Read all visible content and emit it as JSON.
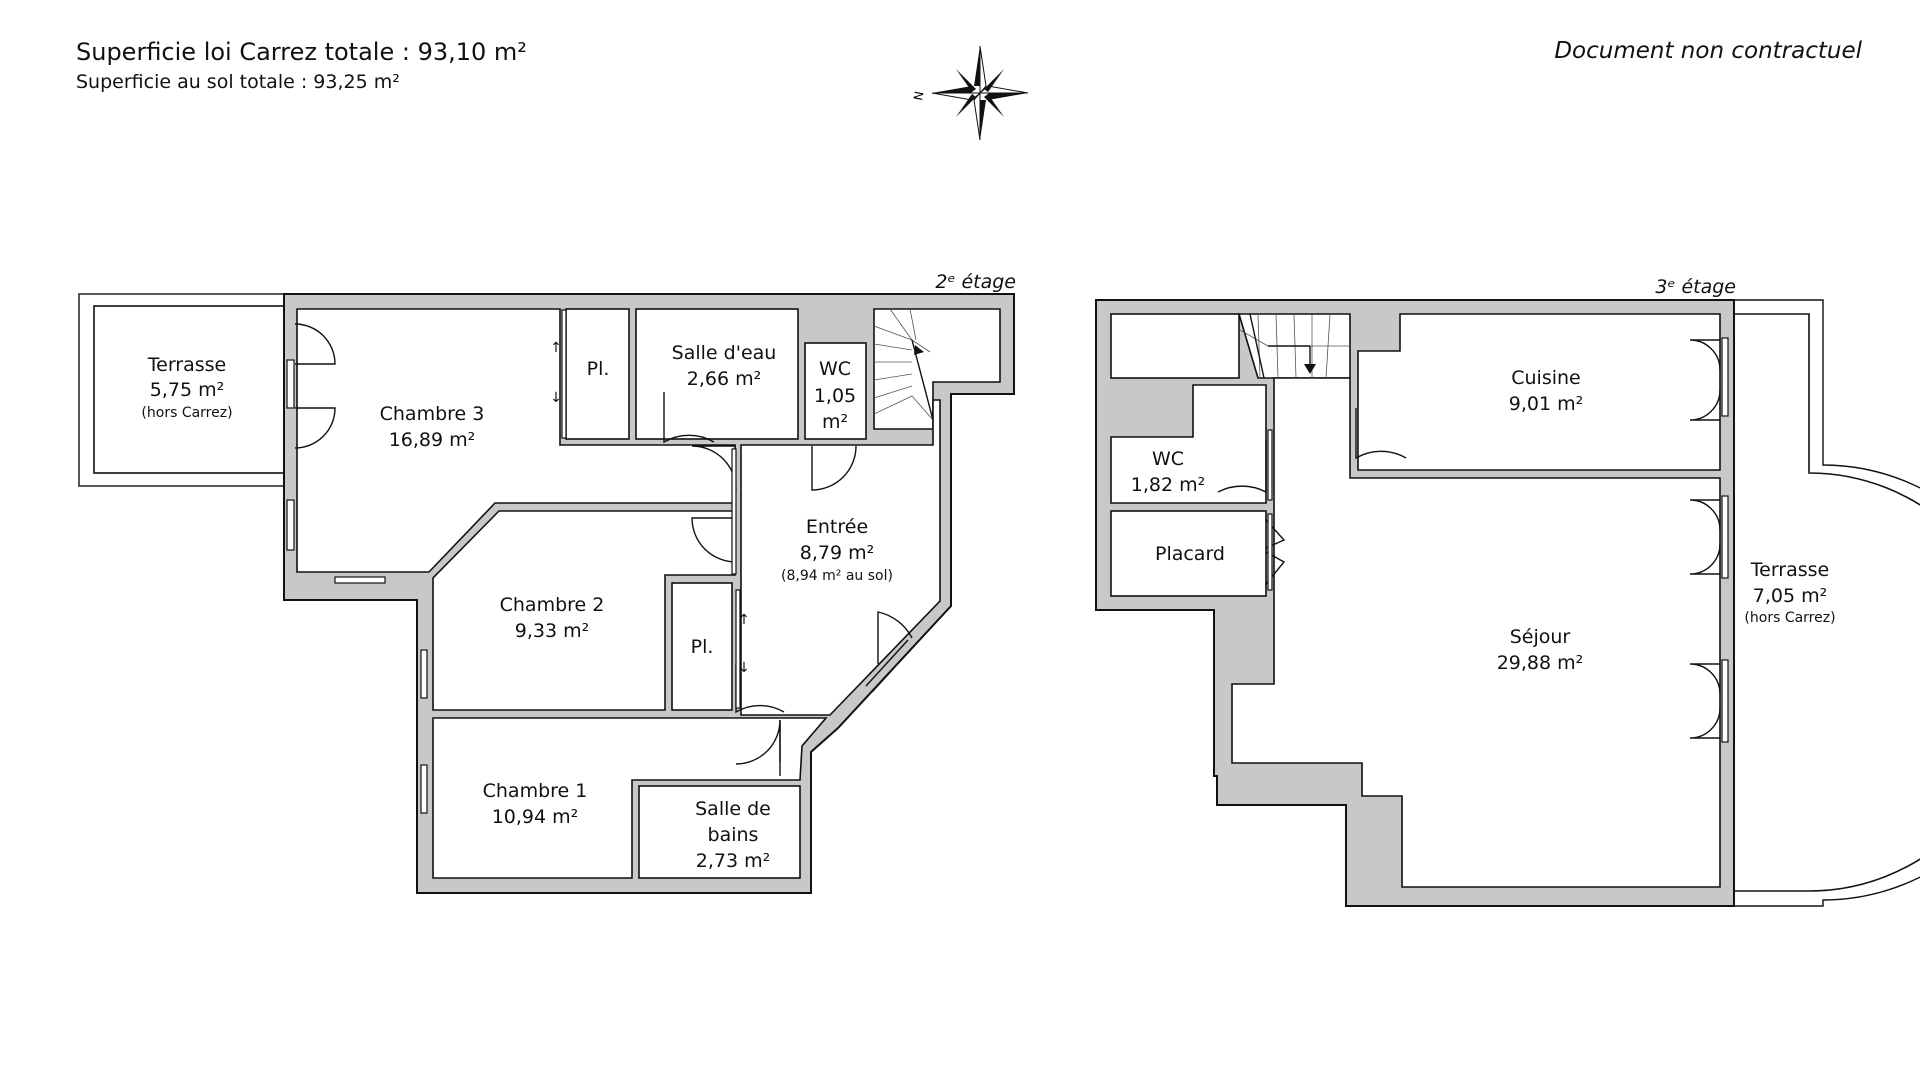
{
  "header": {
    "title": "Superficie loi Carrez totale : 93,10 m²",
    "subtitle": "Superficie au sol totale : 93,25 m²",
    "disclaimer": "Document non contractuel"
  },
  "compass": {
    "north_label": "N"
  },
  "floors": [
    {
      "label": "2ᵉ étage",
      "rooms": [
        {
          "name": "Terrasse",
          "area": "5,75 m²",
          "note": "(hors Carrez)"
        },
        {
          "name": "Chambre 3",
          "area": "16,89 m²"
        },
        {
          "name": "Pl."
        },
        {
          "name": "Salle d'eau",
          "area": "2,66 m²"
        },
        {
          "name": "WC",
          "area_line1": "1,05",
          "area_line2": "m²"
        },
        {
          "name": "Entrée",
          "area": "8,79 m²",
          "note": "(8,94 m² au sol)"
        },
        {
          "name": "Chambre 2",
          "area": "9,33 m²"
        },
        {
          "name": "Pl."
        },
        {
          "name": "Chambre 1",
          "area": "10,94 m²"
        },
        {
          "name_line1": "Salle de",
          "name_line2": "bains",
          "area": "2,73 m²"
        }
      ]
    },
    {
      "label": "3ᵉ étage",
      "rooms": [
        {
          "name": "Cuisine",
          "area": "9,01 m²"
        },
        {
          "name": "WC",
          "area": "1,82 m²"
        },
        {
          "name": "Placard"
        },
        {
          "name": "Séjour",
          "area": "29,88 m²"
        },
        {
          "name": "Terrasse",
          "area": "7,05 m²",
          "note": "(hors Carrez)"
        }
      ]
    }
  ],
  "colors": {
    "wall_fill": "#c8c8c8",
    "line": "#111111",
    "background": "#ffffff"
  },
  "icons": {
    "compass": "compass-rose-icon",
    "stairs": "staircase-icon",
    "arrow": "arrow-icon"
  }
}
